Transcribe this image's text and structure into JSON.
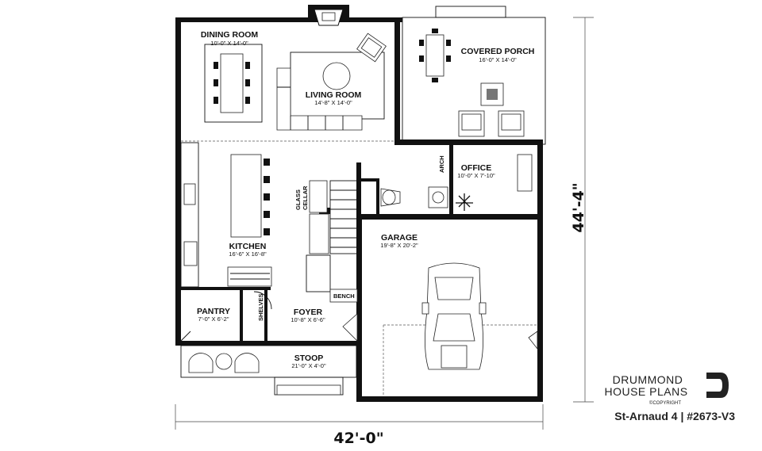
{
  "rooms": {
    "dining": {
      "name": "DINING ROOM",
      "dims": "10'-0\" X 14'-0\""
    },
    "living": {
      "name": "LIVING ROOM",
      "dims": "14'-8\" X 14'-0\""
    },
    "porch": {
      "name": "COVERED PORCH",
      "dims": "16'-0\" X 14'-0\""
    },
    "office": {
      "name": "OFFICE",
      "dims": "10'-0\" X 7'-10\""
    },
    "kitchen": {
      "name": "KITCHEN",
      "dims": "16'-6\" X 16'-8\""
    },
    "garage": {
      "name": "GARAGE",
      "dims": "19'-8\" X 20'-2\""
    },
    "pantry": {
      "name": "PANTRY",
      "dims": "7'-0\" X 6'-2\""
    },
    "foyer": {
      "name": "FOYER",
      "dims": "10'-8\" X 6'-6\""
    },
    "stoop": {
      "name": "STOOP",
      "dims": "21'-0\" X 4'-0\""
    }
  },
  "labels": {
    "arch": "ARCH",
    "glass_cellar": [
      "GLASS",
      "CELLAR"
    ],
    "shelves": "SHELVES",
    "bench": "BENCH"
  },
  "dimensions": {
    "width": "42'-0\"",
    "depth": "44'-4\""
  },
  "brand": {
    "line1": "DRUMMOND",
    "line2": "HOUSE PLANS",
    "copyright": "©COPYRIGHT",
    "plan_title": "St-Arnaud 4 | #2673-V3"
  }
}
